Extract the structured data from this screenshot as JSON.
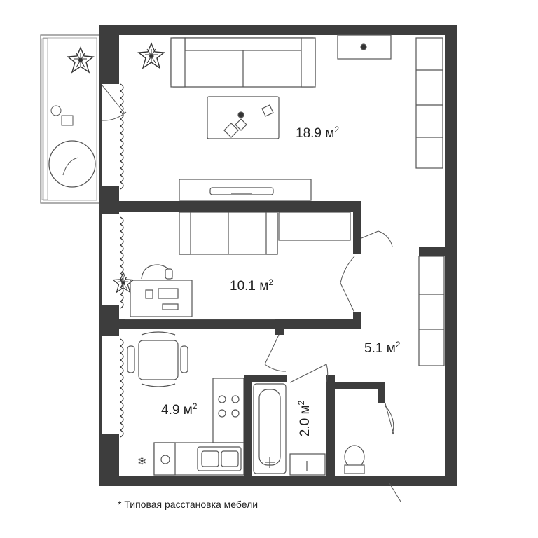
{
  "rooms": {
    "living": {
      "number": "18.9 м",
      "sup": "2"
    },
    "bedroom": {
      "number": "10.1 м",
      "sup": "2"
    },
    "hall": {
      "number": "5.1 м",
      "sup": "2"
    },
    "kitchen": {
      "number": "4.9 м",
      "sup": "2"
    },
    "bathroom": {
      "number": "2.0 м",
      "sup": "2"
    }
  },
  "footnote": "* Типовая расстановка мебели",
  "colors": {
    "wall": "#3d3d3d",
    "furniture_stroke": "#555555",
    "furniture_fill": "#ffffff",
    "text": "#222222"
  }
}
